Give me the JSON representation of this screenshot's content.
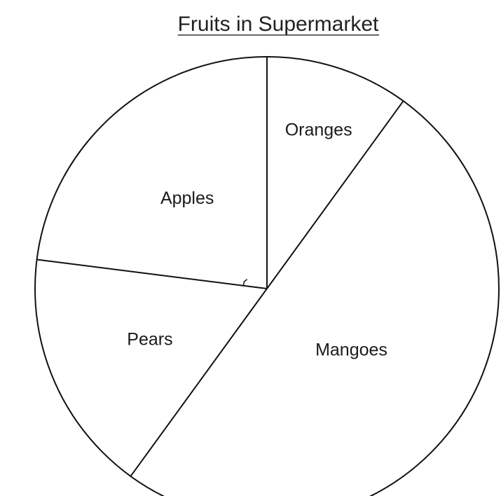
{
  "chart_data": {
    "type": "pie",
    "title": "Fruits in Supermarket",
    "slices": [
      {
        "label": "Oranges",
        "value": 10
      },
      {
        "label": "Mangoes",
        "value": 50
      },
      {
        "label": "Pears",
        "value": 17
      },
      {
        "label": "Apples",
        "value": 23
      }
    ],
    "start_angle_degrees": 0,
    "direction": "clockwise",
    "right_angle_marker_between": [
      "Oranges",
      "Apples"
    ],
    "colors": {
      "line": "#111111",
      "text": "#1a1a1a",
      "background": "#ffffff"
    }
  }
}
